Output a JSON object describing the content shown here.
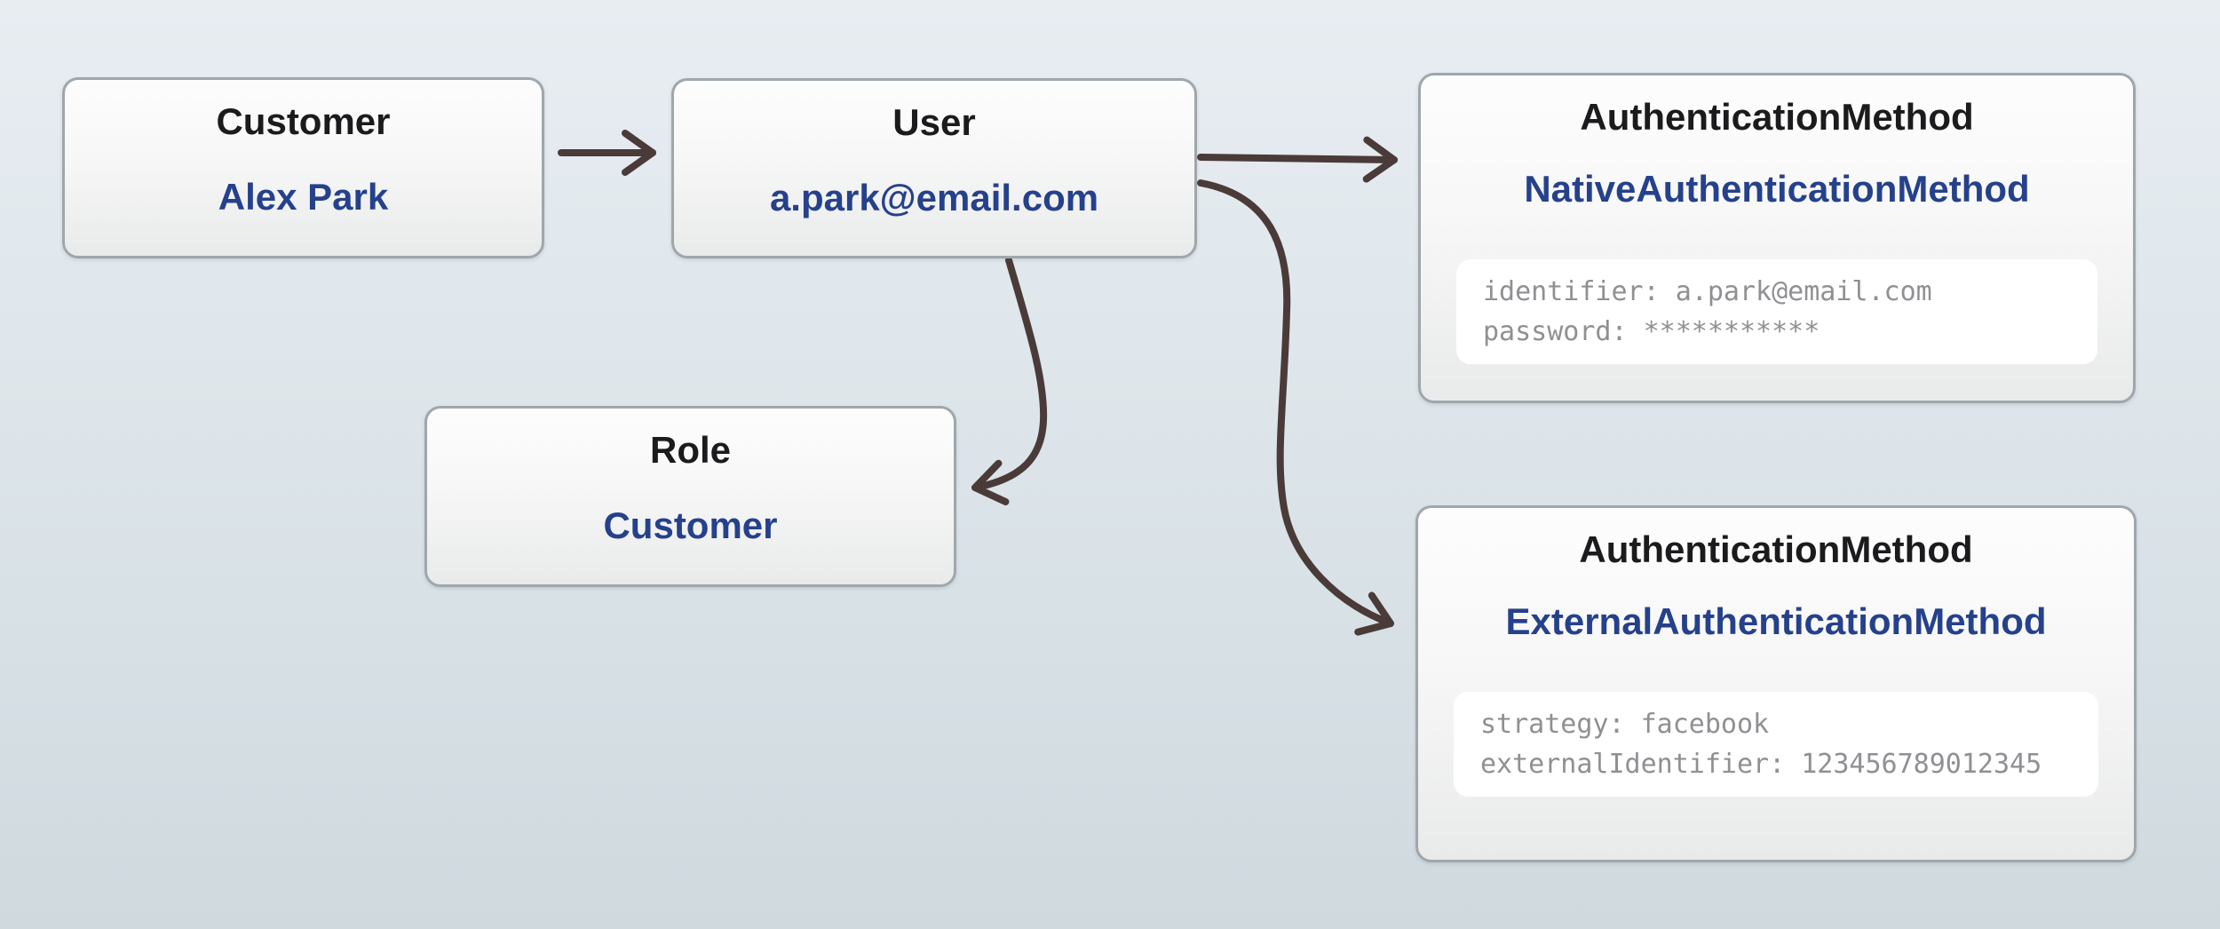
{
  "diagram": {
    "colors": {
      "background_top": "#e8edf2",
      "background_bottom": "#cfd9de",
      "node_border": "#9fa7ab",
      "node_fill_top": "#fdfdfd",
      "node_fill_bottom": "#e9eaea",
      "title_text": "#1b1b1d",
      "value_text": "#25418c",
      "attribute_text": "#8f9093",
      "arrow": "#4a3b38"
    },
    "nodes": {
      "customer": {
        "title": "Customer",
        "value": "Alex Park"
      },
      "user": {
        "title": "User",
        "value": "a.park@email.com"
      },
      "role": {
        "title": "Role",
        "value": "Customer"
      },
      "auth_native": {
        "title": "AuthenticationMethod",
        "value": "NativeAuthenticationMethod",
        "attributes": [
          "identifier: a.park@email.com",
          "password: ***********"
        ]
      },
      "auth_external": {
        "title": "AuthenticationMethod",
        "value": "ExternalAuthenticationMethod",
        "attributes": [
          "strategy: facebook",
          "externalIdentifier: 123456789012345"
        ]
      }
    },
    "edges": [
      {
        "from": "Customer (Alex Park)",
        "to": "User (a.park@email.com)"
      },
      {
        "from": "User (a.park@email.com)",
        "to": "AuthenticationMethod (NativeAuthenticationMethod)"
      },
      {
        "from": "User (a.park@email.com)",
        "to": "AuthenticationMethod (ExternalAuthenticationMethod)"
      },
      {
        "from": "User (a.park@email.com)",
        "to": "Role (Customer)"
      }
    ]
  }
}
